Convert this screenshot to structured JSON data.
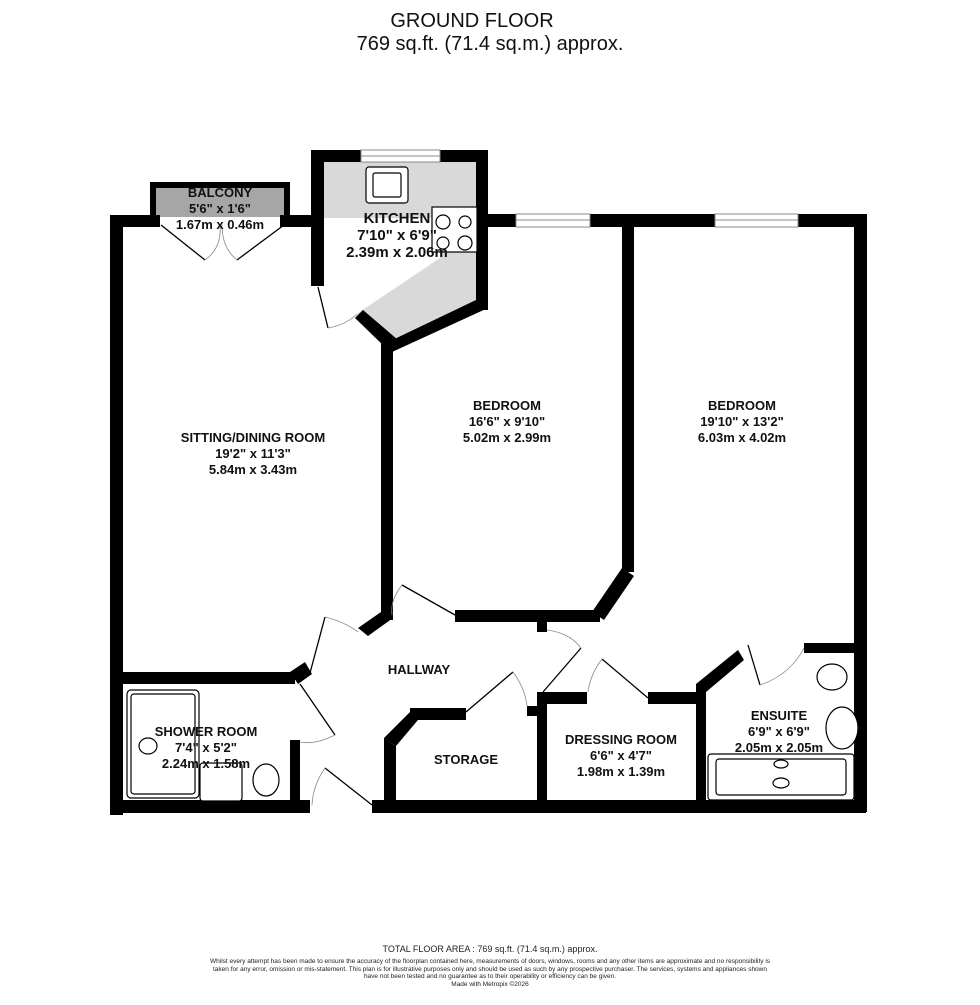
{
  "header": {
    "title": "GROUND FLOOR",
    "subtitle": "769 sq.ft. (71.4 sq.m.) approx."
  },
  "rooms": [
    {
      "name": "BALCONY",
      "imperial": "5'6\"  x 1'6\"",
      "metric": "1.67m  x 0.46m"
    },
    {
      "name": "KITCHEN",
      "imperial": "7'10\"  x 6'9\"",
      "metric": "2.39m  x 2.06m"
    },
    {
      "name": "SITTING/DINING ROOM",
      "imperial": "19'2\"  x 11'3\"",
      "metric": "5.84m  x 3.43m"
    },
    {
      "name": "BEDROOM",
      "imperial": "16'6\"  x 9'10\"",
      "metric": "5.02m  x 2.99m"
    },
    {
      "name": "BEDROOM",
      "imperial": "19'10\"  x 13'2\"",
      "metric": "6.03m  x 4.02m"
    },
    {
      "name": "HALLWAY"
    },
    {
      "name": "SHOWER ROOM",
      "imperial": "7'4\"  x 5'2\"",
      "metric": "2.24m  x 1.58m"
    },
    {
      "name": "STORAGE"
    },
    {
      "name": "DRESSING ROOM",
      "imperial": "6'6\"  x 4'7\"",
      "metric": "1.98m  x 1.39m"
    },
    {
      "name": "ENSUITE",
      "imperial": "6'9\"  x 6'9\"",
      "metric": "2.05m  x 2.05m"
    }
  ],
  "footer": {
    "total": "TOTAL FLOOR AREA : 769 sq.ft. (71.4 sq.m.) approx.",
    "disclaimer": "Whilst every attempt has been made to ensure the accuracy of the floorplan contained here, measurements of doors, windows, rooms and any other items are approximate and no responsibility is taken for any error, omission or mis-statement. This plan is for illustrative purposes only and should be used as such by any prospective purchaser. The services, systems and appliances shown have not been tested and no guarantee as to their operability or efficiency can be given.",
    "credit": "Made with Metropix ©2026"
  },
  "colors": {
    "wall": "#000000",
    "balcony_fill": "#a6a6a6",
    "kitchen_counter": "#d9d9d9",
    "background": "#ffffff"
  }
}
